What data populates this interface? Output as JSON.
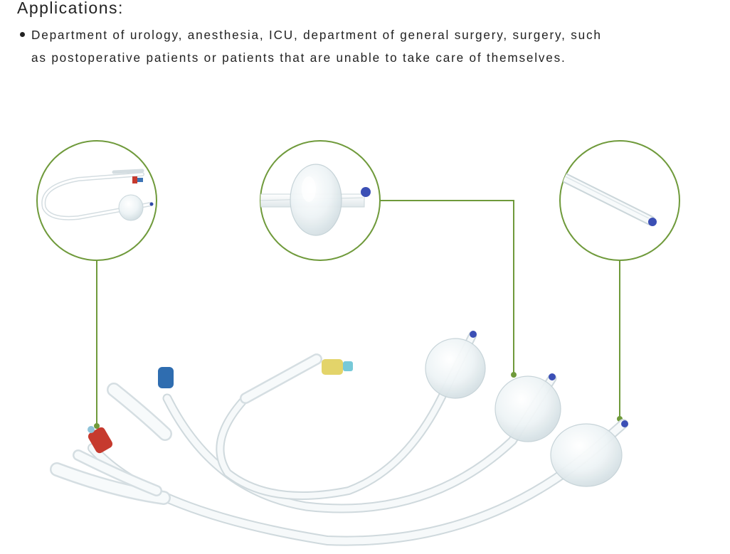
{
  "heading": "Applications:",
  "applications": {
    "line1": "Department of urology, anesthesia, ICU, department of general surgery, surgery, such",
    "line2": "as postoperative patients or patients that are unable to take care of themselves."
  },
  "illustration": {
    "accent_color": "#6f9a3b",
    "products": [
      "foley-catheter-3-way",
      "foley-catheter-2-way",
      "foley-catheter-2-way-yellow-valve"
    ],
    "details": [
      "catheter-overview",
      "balloon-detail",
      "tip-detail"
    ]
  }
}
